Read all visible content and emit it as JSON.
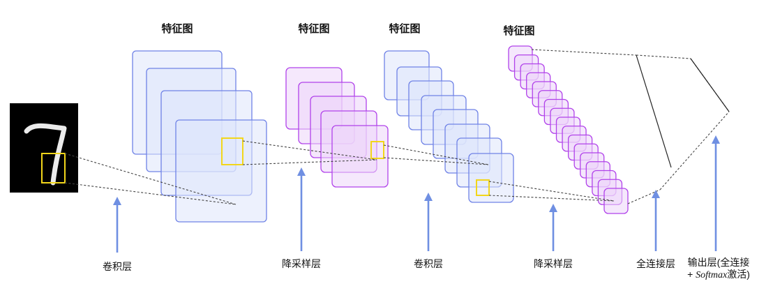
{
  "colors": {
    "blue_fill": "#dfe5fb",
    "blue_stroke": "#6f82e6",
    "purple_fill": "#ecd5fa",
    "purple_stroke": "#b142ea",
    "arrow": "#6f8fe2",
    "window": "#f2d61a",
    "dash": "#444444"
  },
  "top_labels": [
    "特征图",
    "特征图",
    "特征图",
    "特征图"
  ],
  "bottom_labels": {
    "conv1": "卷积层",
    "pool1": "降采样层",
    "conv2": "卷积层",
    "pool2": "降采样层",
    "fc": "全连接层",
    "output_line1": "输出层(全连接",
    "output_plus": "+",
    "output_softmax": "Softmax",
    "output_rest": "激活)"
  }
}
